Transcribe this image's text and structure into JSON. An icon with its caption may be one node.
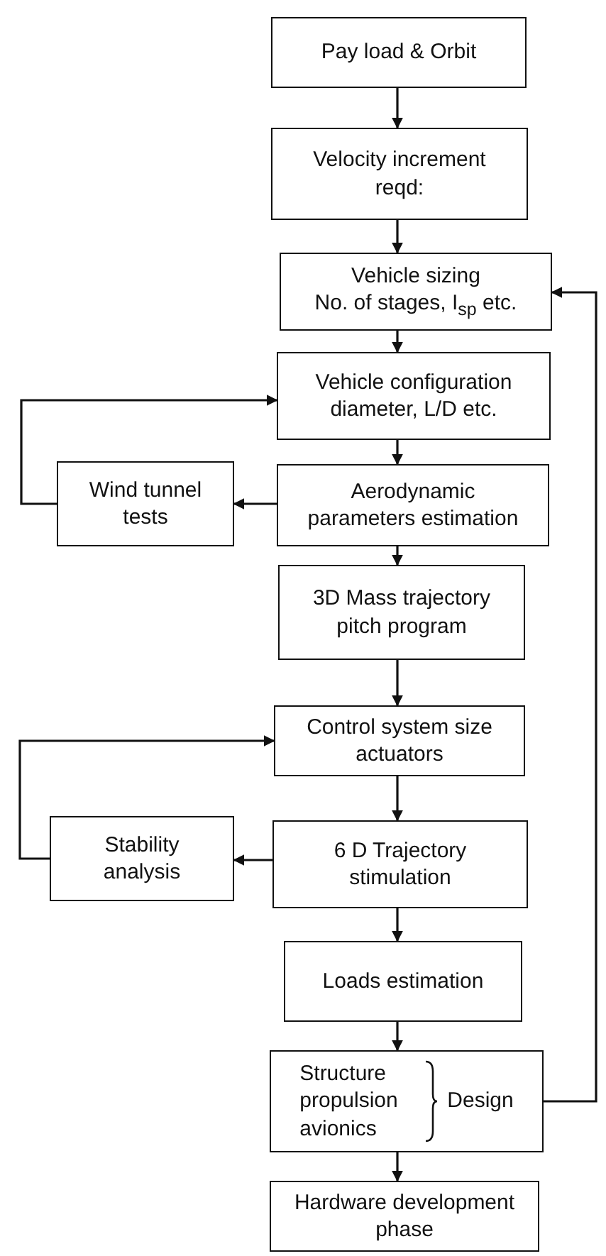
{
  "diagram": {
    "nodes": [
      {
        "text": [
          "Pay load & Orbit"
        ]
      },
      {
        "text": [
          "Velocity increment reqd:"
        ]
      },
      {
        "text": [
          "Vehicle sizing",
          "No. of stages, I$_{sp}$ etc."
        ]
      },
      {
        "text": [
          "Vehicle configuration diameter, L/D etc."
        ]
      },
      {
        "text": [
          "Aerodynamic parameters estimation"
        ]
      },
      {
        "text": [
          "Wind tunnel tests"
        ]
      },
      {
        "text": [
          "3D Mass trajectory pitch program"
        ]
      },
      {
        "text": [
          "Control system size actuators"
        ]
      },
      {
        "text": [
          "Stability analysis"
        ]
      },
      {
        "text": [
          "6 D Trajectory stimulation"
        ]
      },
      {
        "text": [
          "Loads estimation"
        ]
      },
      {
        "text": [
          "Structure propulsion avionics",
          "Design"
        ]
      },
      {
        "text": [
          "Hardware development phase"
        ]
      }
    ],
    "edges": [
      {
        "from": 0,
        "to": 1,
        "arrow": "to"
      },
      {
        "from": 1,
        "to": 2,
        "arrow": "to"
      },
      {
        "from": 2,
        "to": 3,
        "arrow": "to"
      },
      {
        "from": 3,
        "to": 4,
        "arrow": "to"
      },
      {
        "from": 4,
        "to": 5,
        "arrow": "to"
      },
      {
        "from": 5,
        "to": 3,
        "arrow": "to"
      },
      {
        "from": 4,
        "to": 6,
        "arrow": "to"
      },
      {
        "from": 6,
        "to": 7,
        "arrow": "to"
      },
      {
        "from": 7,
        "to": 9,
        "arrow": "to"
      },
      {
        "from": 9,
        "to": 8,
        "arrow": "to"
      },
      {
        "from": 8,
        "to": 7,
        "arrow": "to"
      },
      {
        "from": 9,
        "to": 10,
        "arrow": "to"
      },
      {
        "from": 10,
        "to": 11,
        "arrow": "to"
      },
      {
        "from": 11,
        "to": 2,
        "arrow": "to"
      },
      {
        "from": 11,
        "to": 12,
        "arrow": "to"
      }
    ]
  }
}
